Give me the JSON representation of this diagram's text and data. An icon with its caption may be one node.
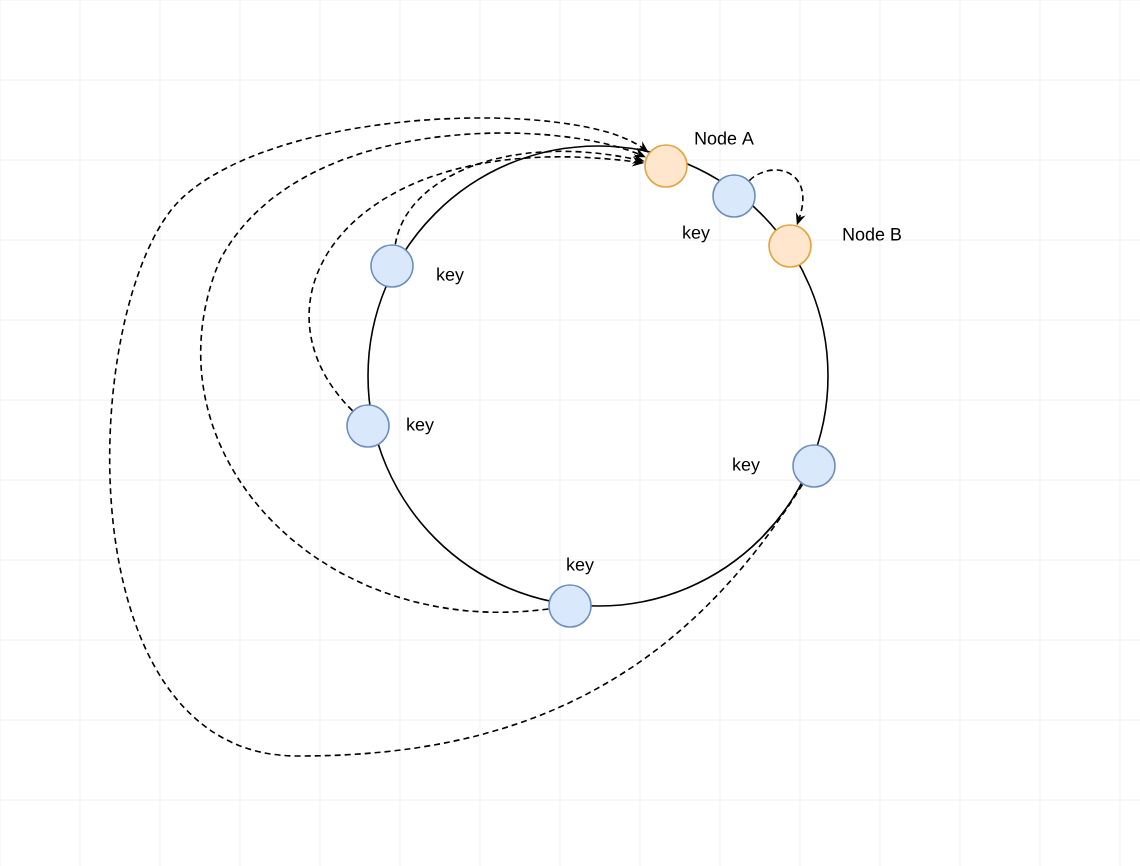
{
  "diagram": {
    "nodes": [
      {
        "text": [],
        "shape": "circle",
        "beside": [
          "Node A"
        ]
      },
      {
        "text": [],
        "shape": "circle",
        "beside": [
          "key"
        ]
      },
      {
        "text": [],
        "shape": "circle",
        "beside": [
          "Node B"
        ]
      },
      {
        "text": [],
        "shape": "circle",
        "beside": [
          "key"
        ]
      },
      {
        "text": [],
        "shape": "circle",
        "beside": [
          "key"
        ]
      },
      {
        "text": [],
        "shape": "circle",
        "beside": [
          "key"
        ]
      },
      {
        "text": [],
        "shape": "circle",
        "beside": [
          "key"
        ]
      }
    ],
    "edges": [
      {
        "from": 1,
        "to": 2,
        "arrow": "to",
        "style": "dashed"
      },
      {
        "from": 6,
        "to": 0,
        "arrow": "to",
        "style": "dashed"
      },
      {
        "from": 5,
        "to": 0,
        "arrow": "to",
        "style": "dashed"
      },
      {
        "from": 4,
        "to": 0,
        "arrow": "to",
        "style": "dashed"
      },
      {
        "from": 3,
        "to": 0,
        "arrow": "to",
        "style": "dashed"
      }
    ]
  }
}
